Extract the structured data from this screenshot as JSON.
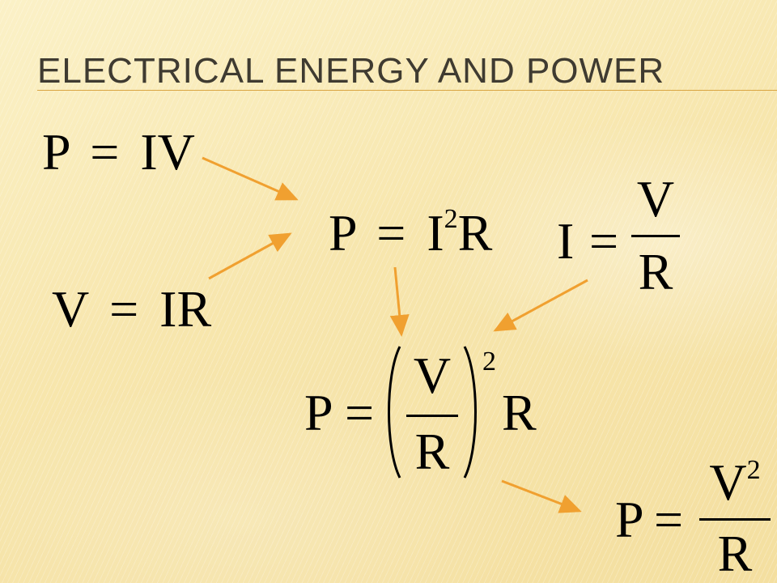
{
  "slide": {
    "title": "Electrical Energy and Power",
    "arrow_color": "#f0a030",
    "accent_rule_color": "#d9a441"
  },
  "equations": {
    "eq1": {
      "lhs": "P",
      "op": "=",
      "rhs": "IV"
    },
    "eq2": {
      "lhs": "V",
      "op": "=",
      "rhs": "IR"
    },
    "eq3": {
      "lhs": "P",
      "op": "=",
      "base": "I",
      "exp": "2",
      "tail": "R"
    },
    "eq4": {
      "lhs": "I",
      "op": "=",
      "num": "V",
      "den": "R"
    },
    "eq5": {
      "lhs": "P",
      "op": "=",
      "num": "V",
      "den": "R",
      "exp": "2",
      "tail": "R"
    },
    "eq6": {
      "lhs": "P",
      "op": "=",
      "num_base": "V",
      "num_exp": "2",
      "den": "R"
    }
  },
  "arrows": [
    "eq1-to-eq3",
    "eq2-to-eq3",
    "eq3-to-eq5",
    "eq4-to-eq5",
    "eq5-to-eq6"
  ]
}
